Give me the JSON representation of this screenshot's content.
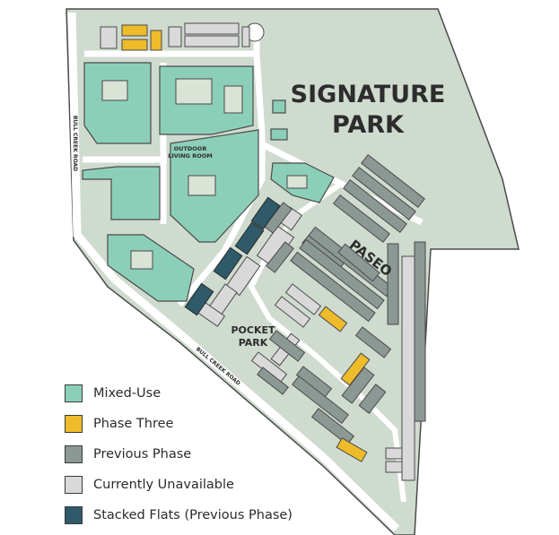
{
  "map": {
    "labels": {
      "signature_park_line1": "SIGNATURE",
      "signature_park_line2": "PARK",
      "paseo": "PASEO",
      "pocket_park_line1": "POCKET",
      "pocket_park_line2": "PARK",
      "outdoor_living_line1": "OUTDOOR",
      "outdoor_living_line2": "LIVING ROOM",
      "bull_creek_road_west": "BULL CREEK ROAD",
      "bull_creek_road_south": "BULL CREEK ROAD"
    },
    "colors": {
      "park": "#cfdbcf",
      "site": "#d9e3d6",
      "road": "#ffffff",
      "outline": "#4a4a4a",
      "mixed_use": "#8ccfb8",
      "phase_three": "#eebb2a",
      "previous_phase": "#8c9894",
      "currently_unavailable": "#d9d9d9",
      "stacked_flats": "#2f5a6a"
    }
  },
  "legend": [
    {
      "label": "Mixed-Use",
      "color": "#8ccfb8"
    },
    {
      "label": "Phase Three",
      "color": "#eebb2a"
    },
    {
      "label": "Previous Phase",
      "color": "#8c9894"
    },
    {
      "label": "Currently Unavailable",
      "color": "#d9d9d9"
    },
    {
      "label": "Stacked Flats (Previous Phase)",
      "color": "#2f5a6a"
    }
  ]
}
